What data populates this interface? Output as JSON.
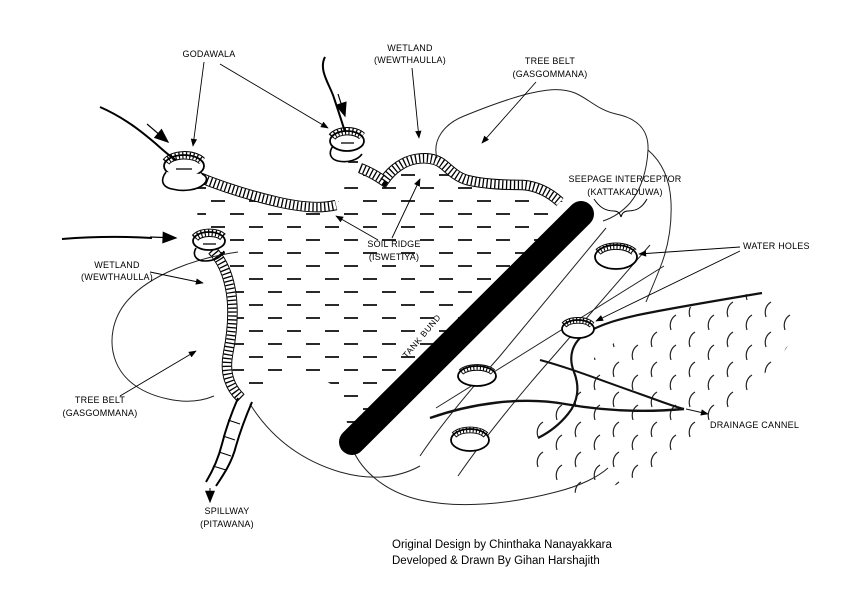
{
  "colors": {
    "ink": "#000000",
    "paper": "#ffffff"
  },
  "labels": {
    "godawala": "GODAWALA",
    "wetland_top_1": "WETLAND",
    "wetland_top_2": "(WEWTHAULLA)",
    "tree_belt_top_1": "TREE BELT",
    "tree_belt_top_2": "(GASGOMMANA)",
    "seepage_1": "SEEPAGE INTERCEPTOR",
    "seepage_2": "(KATTAKADUWA)",
    "water_holes": "WATER HOLES",
    "soil_ridge_1": "SOIL RIDGE",
    "soil_ridge_2": "(ISWETIYA)",
    "tank_bund": "TANK BUND",
    "wetland_left_1": "WETLAND",
    "wetland_left_2": "(WEWTHAULLA)",
    "tree_belt_left_1": "TREE BELT",
    "tree_belt_left_2": "(GASGOMMANA)",
    "spillway_1": "SPILLWAY",
    "spillway_2": "(PITAWANA)",
    "drainage": "DRAINAGE CANNEL"
  },
  "credits": {
    "line1": "Original Design by Chinthaka Nanayakkara",
    "line2": "Developed & Drawn By Gihan Harshajith"
  }
}
